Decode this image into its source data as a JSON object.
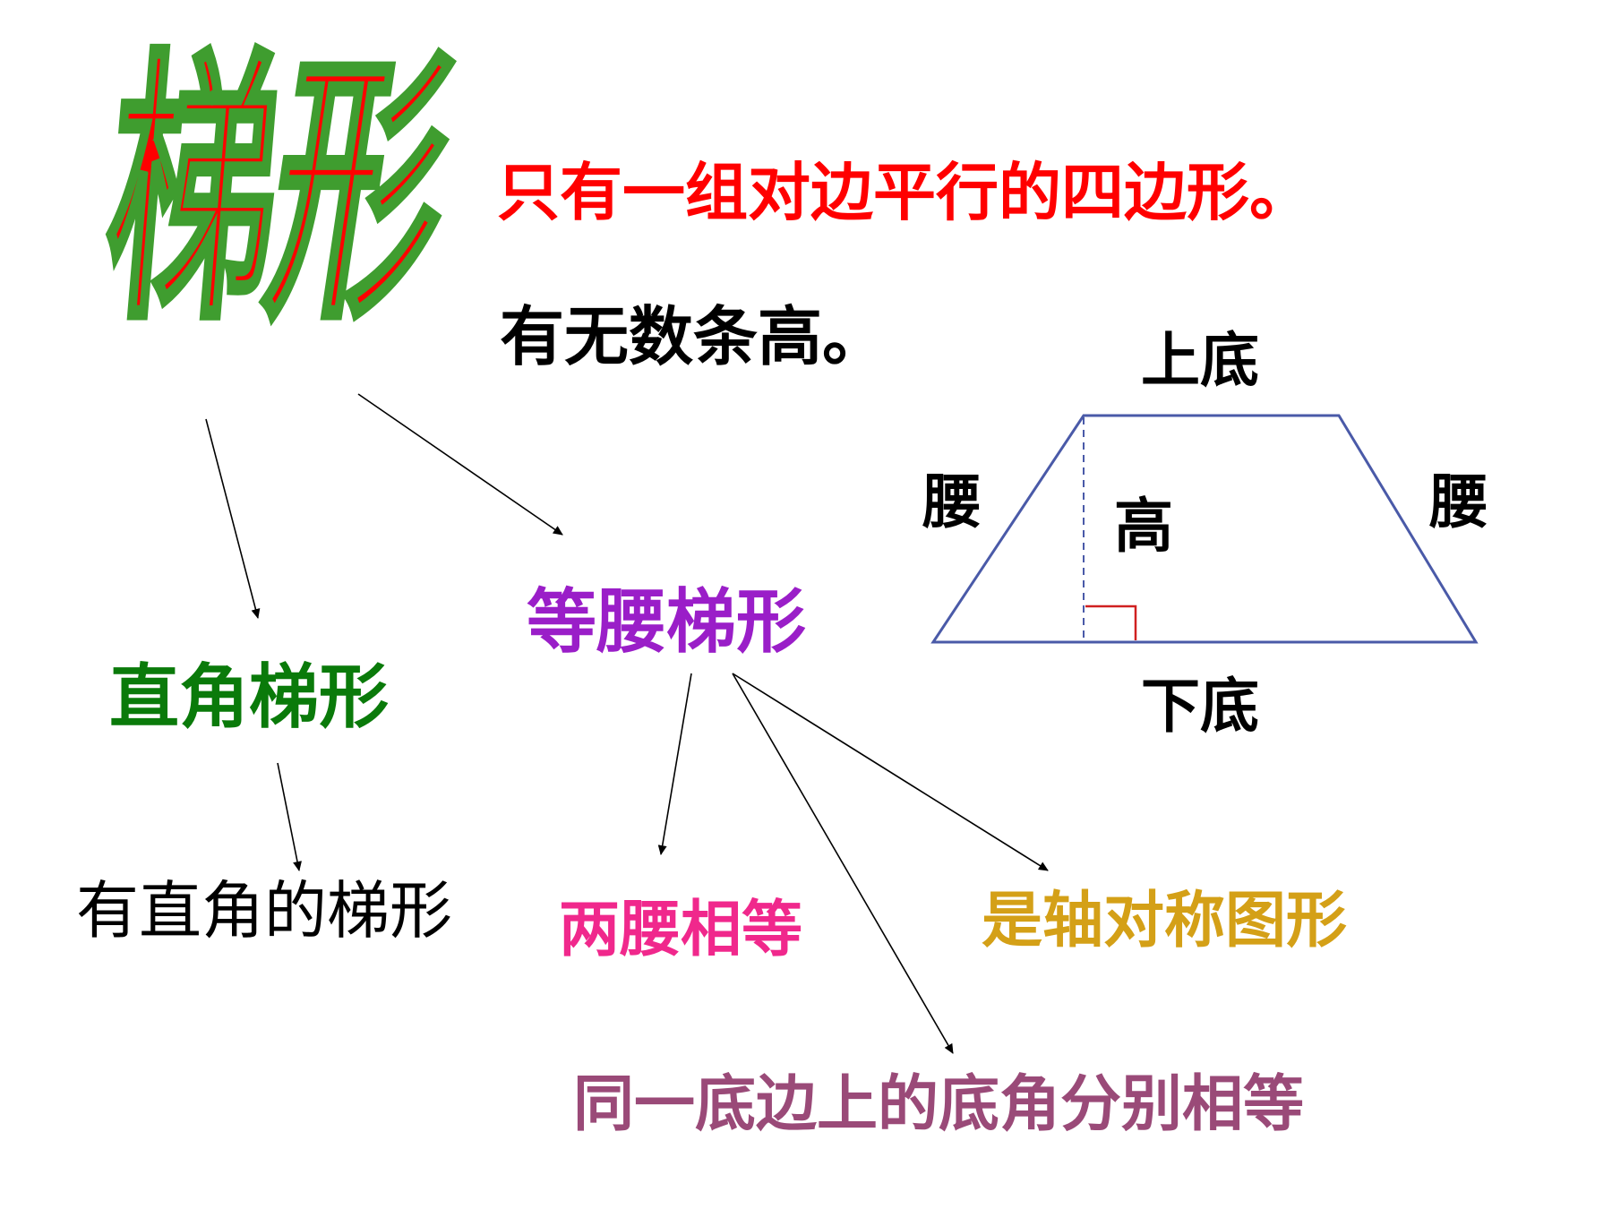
{
  "title": {
    "chars": [
      "梯",
      "形"
    ],
    "fill_color": "#ff0000",
    "stroke_color": "#3f9d2f"
  },
  "definition": {
    "text": "只有一组对边平行的四边形。",
    "color": "#ff0000"
  },
  "heights_note": {
    "text": "有无数条高。",
    "color": "#000000"
  },
  "trapezoid_figure": {
    "top_base": "上底",
    "bottom_base": "下底",
    "leg_left": "腰",
    "leg_right": "腰",
    "height": "高",
    "outline_color": "#4a5aa8",
    "right_angle_color": "#d02020"
  },
  "right_trapezoid": {
    "name": "直角梯形",
    "name_color": "#0a7a0a",
    "property": "有直角的梯形",
    "property_color": "#000000"
  },
  "isosceles_trapezoid": {
    "name": "等腰梯形",
    "name_color": "#9a1ec8",
    "properties": {
      "equal_legs": {
        "text": "两腰相等",
        "color": "#f0288c"
      },
      "symmetric": {
        "text": "是轴对称图形",
        "color": "#d4a017"
      },
      "base_angles": {
        "text": "同一底边上的底角分别相等",
        "color": "#9a4a78"
      }
    }
  },
  "arrow_color": "#000000"
}
